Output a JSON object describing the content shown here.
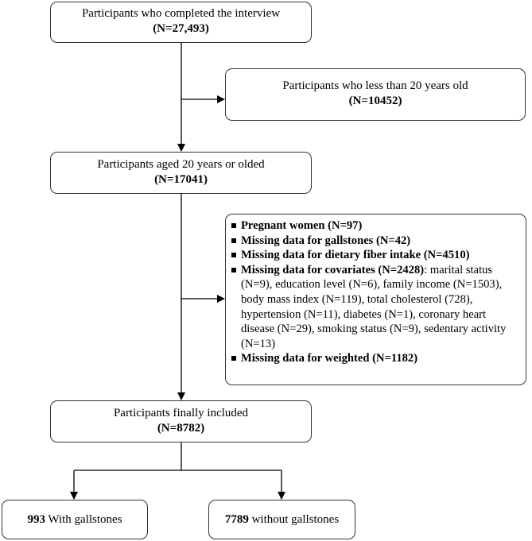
{
  "boxes": {
    "interview": {
      "label": "Participants who completed the interview",
      "count": "(N=27,493)"
    },
    "under20": {
      "label": "Participants who less than 20 years old",
      "count": "(N=10452)"
    },
    "aged20": {
      "label": "Participants aged 20 years or olded",
      "count": "(N=17041)"
    },
    "included": {
      "label": "Participants finally included",
      "count": "(N=8782)"
    },
    "with_gallstones": {
      "count": "993",
      "label": " With gallstones"
    },
    "without_gallstones": {
      "count": "7789",
      "label": " without gallstones"
    }
  },
  "exclusions": {
    "pregnant": "Pregnant women (N=97)",
    "gallstones_missing": "Missing data for gallstones (N=42)",
    "fiber_missing": "Missing data for dietary fiber intake (N=4510)",
    "covariates_title": "Missing data for covariates (N=2428)",
    "covariates_detail": ": marital status (N=9), education level (N=6), family income (N=1503), body mass index (N=119), total cholesterol (728), hypertension (N=11), diabetes (N=1), coronary heart disease (N=29), smoking status (N=9), sedentary activity (N=13)",
    "weighted_missing": "Missing data for weighted (N=1182)"
  }
}
